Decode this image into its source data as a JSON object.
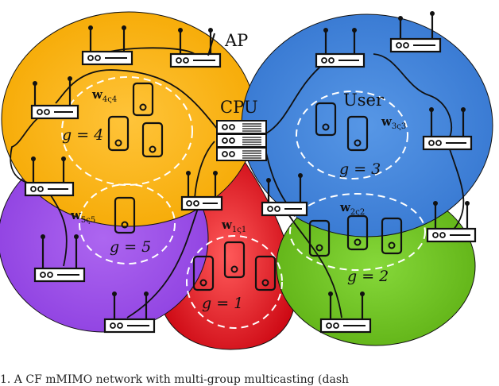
{
  "labels": {
    "ap": "AP",
    "cpu": "CPU",
    "user": "User"
  },
  "groups": [
    {
      "g": "1",
      "label": "g = 1",
      "beam": "w",
      "beam_sub": "1ς1",
      "color": "#d8101a"
    },
    {
      "g": "2",
      "label": "g = 2",
      "beam": "w",
      "beam_sub": "2ς2",
      "color": "#6cc019"
    },
    {
      "g": "3",
      "label": "g = 3",
      "beam": "w",
      "beam_sub": "3ς3",
      "color": "#3f86dd"
    },
    {
      "g": "4",
      "label": "g = 4",
      "beam": "w",
      "beam_sub": "4ς4",
      "color": "#fbb40f"
    },
    {
      "g": "5",
      "label": "g = 5",
      "beam": "w",
      "beam_sub": "5ς5",
      "color": "#9a4ee6"
    }
  ],
  "caption": "1.   A CF mMIMO network with multi-group multicasting (dash"
}
